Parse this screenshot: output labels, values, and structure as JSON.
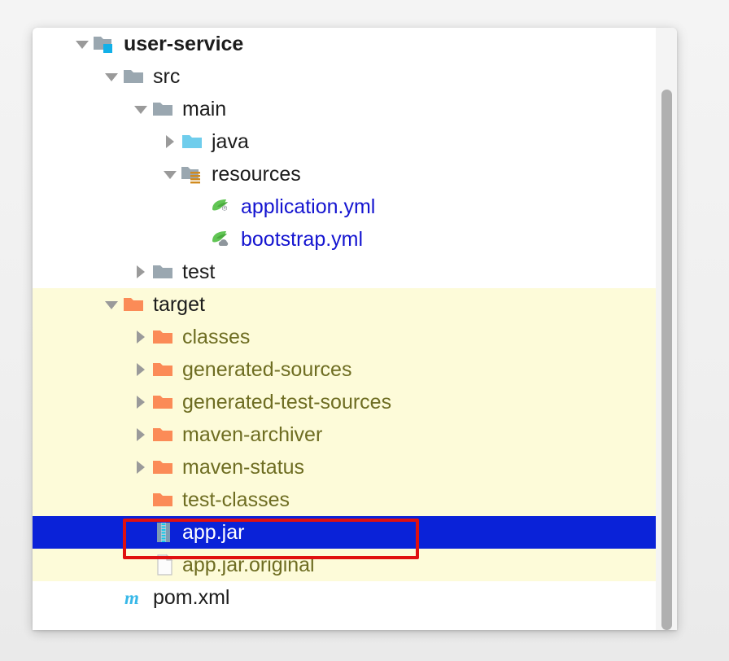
{
  "panel": {
    "name": "project-tree",
    "background": "#ffffff",
    "excluded_background": "#fdfbd9",
    "selection_background": "#0a22d8",
    "selection_text": "#ffffff",
    "excluded_text": "#6e6d22",
    "yml_text": "#1414d0",
    "annotation_color": "#e01010"
  },
  "tree": {
    "rows": [
      {
        "label": "user-service",
        "icon": "module-folder-icon",
        "arrow": "down",
        "indent": 1,
        "state": "normal",
        "bold": true
      },
      {
        "label": "src",
        "icon": "folder-gray-icon",
        "arrow": "down",
        "indent": 2,
        "state": "normal",
        "bold": false
      },
      {
        "label": "main",
        "icon": "folder-gray-icon",
        "arrow": "down",
        "indent": 3,
        "state": "normal",
        "bold": false
      },
      {
        "label": "java",
        "icon": "folder-sources-icon",
        "arrow": "right",
        "indent": 4,
        "state": "normal",
        "bold": false
      },
      {
        "label": "resources",
        "icon": "folder-resources-icon",
        "arrow": "down",
        "indent": 4,
        "state": "normal",
        "bold": false
      },
      {
        "label": "application.yml",
        "icon": "spring-gear-icon",
        "arrow": "none",
        "indent": 5,
        "state": "yml",
        "bold": false
      },
      {
        "label": "bootstrap.yml",
        "icon": "spring-cloud-icon",
        "arrow": "none",
        "indent": 5,
        "state": "yml",
        "bold": false
      },
      {
        "label": "test",
        "icon": "folder-gray-icon",
        "arrow": "right",
        "indent": 3,
        "state": "normal",
        "bold": false
      },
      {
        "label": "target",
        "icon": "folder-orange-icon",
        "arrow": "down",
        "indent": 2,
        "state": "excluded-root",
        "bold": false
      },
      {
        "label": "classes",
        "icon": "folder-orange-icon",
        "arrow": "right",
        "indent": 3,
        "state": "excluded",
        "bold": false
      },
      {
        "label": "generated-sources",
        "icon": "folder-orange-icon",
        "arrow": "right",
        "indent": 3,
        "state": "excluded",
        "bold": false
      },
      {
        "label": "generated-test-sources",
        "icon": "folder-orange-icon",
        "arrow": "right",
        "indent": 3,
        "state": "excluded",
        "bold": false
      },
      {
        "label": "maven-archiver",
        "icon": "folder-orange-icon",
        "arrow": "right",
        "indent": 3,
        "state": "excluded",
        "bold": false
      },
      {
        "label": "maven-status",
        "icon": "folder-orange-icon",
        "arrow": "right",
        "indent": 3,
        "state": "excluded",
        "bold": false
      },
      {
        "label": "test-classes",
        "icon": "folder-orange-icon",
        "arrow": "none",
        "indent": 3,
        "state": "excluded",
        "bold": false
      },
      {
        "label": "app.jar",
        "icon": "jar-archive-icon",
        "arrow": "none",
        "indent": 3,
        "state": "selected",
        "bold": false
      },
      {
        "label": "app.jar.original",
        "icon": "file-generic-icon",
        "arrow": "none",
        "indent": 3,
        "state": "excluded",
        "bold": false
      },
      {
        "label": "pom.xml",
        "icon": "maven-m-icon",
        "arrow": "none",
        "indent": 2,
        "state": "normal",
        "bold": false
      }
    ]
  },
  "scrollbar": {
    "name": "vertical-scrollbar",
    "thumb_color": "#b0b0b0",
    "track_color": "#f4f4f4"
  },
  "annotation": {
    "name": "red-highlight-rectangle",
    "targets": "app.jar"
  }
}
